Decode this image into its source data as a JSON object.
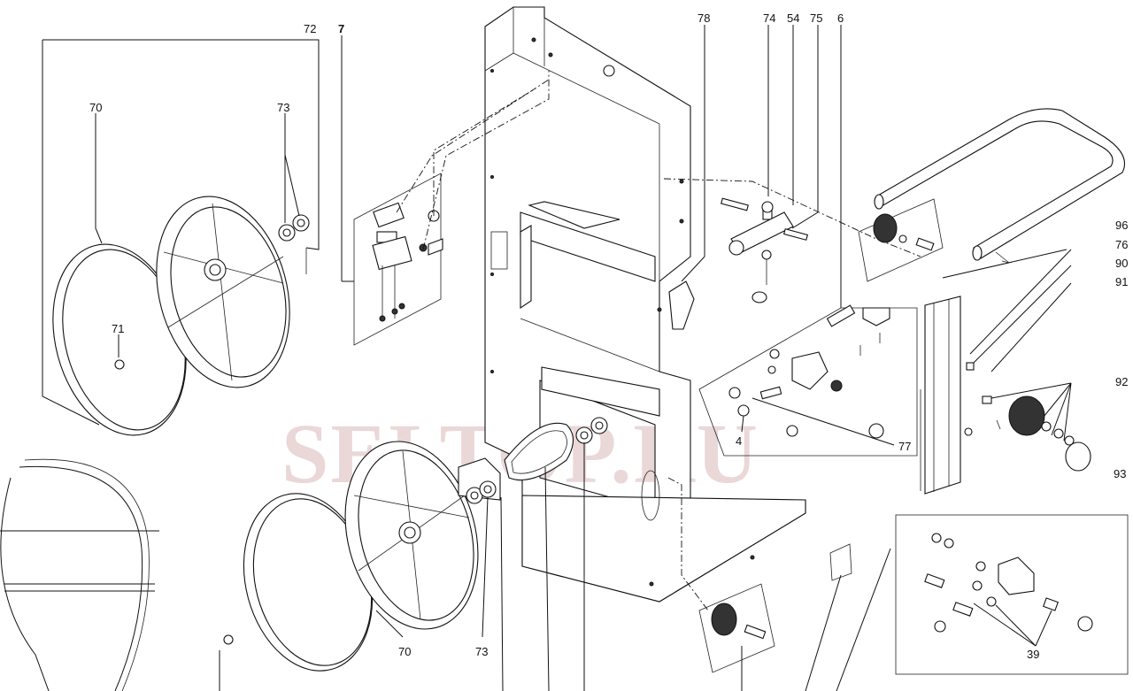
{
  "diagram": {
    "watermark": "SELTOP.RU",
    "callouts": [
      {
        "id": "c72",
        "text": "72"
      },
      {
        "id": "c7",
        "text": "7"
      },
      {
        "id": "c70a",
        "text": "70"
      },
      {
        "id": "c73a",
        "text": "73"
      },
      {
        "id": "c71",
        "text": "71"
      },
      {
        "id": "c78",
        "text": "78"
      },
      {
        "id": "c74",
        "text": "74"
      },
      {
        "id": "c54",
        "text": "54"
      },
      {
        "id": "c75",
        "text": "75"
      },
      {
        "id": "c6",
        "text": "6"
      },
      {
        "id": "c96",
        "text": "96"
      },
      {
        "id": "c76",
        "text": "76"
      },
      {
        "id": "c90",
        "text": "90"
      },
      {
        "id": "c91",
        "text": "91"
      },
      {
        "id": "c92",
        "text": "92"
      },
      {
        "id": "c93",
        "text": "93"
      },
      {
        "id": "c4",
        "text": "4"
      },
      {
        "id": "c77",
        "text": "77"
      },
      {
        "id": "c70b",
        "text": "70"
      },
      {
        "id": "c73b",
        "text": "73"
      },
      {
        "id": "c39",
        "text": "39"
      }
    ]
  }
}
